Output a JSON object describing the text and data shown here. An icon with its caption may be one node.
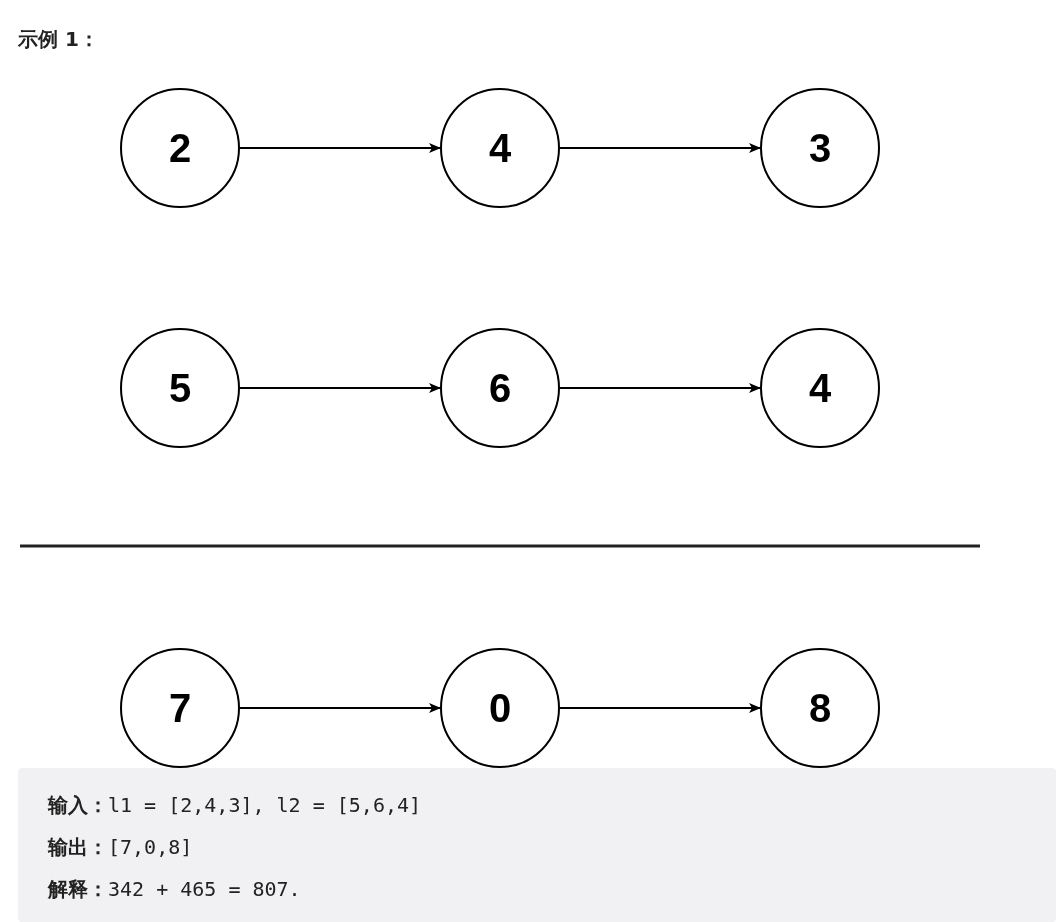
{
  "diagram": {
    "title": "示例 1：",
    "nodes": [
      {
        "text": [
          "2"
        ]
      },
      {
        "text": [
          "4"
        ]
      },
      {
        "text": [
          "3"
        ]
      },
      {
        "text": [
          "5"
        ]
      },
      {
        "text": [
          "6"
        ]
      },
      {
        "text": [
          "4"
        ]
      },
      {
        "text": [
          "7"
        ]
      },
      {
        "text": [
          "0"
        ]
      },
      {
        "text": [
          "8"
        ]
      }
    ],
    "edges": [
      {
        "from": 0,
        "to": 1,
        "arrow": "to"
      },
      {
        "from": 1,
        "to": 2,
        "arrow": "to"
      },
      {
        "from": 3,
        "to": 4,
        "arrow": "to"
      },
      {
        "from": 4,
        "to": 5,
        "arrow": "to"
      },
      {
        "from": 6,
        "to": 7,
        "arrow": "to"
      },
      {
        "from": 7,
        "to": 8,
        "arrow": "to"
      }
    ],
    "labels": [
      "**输入：**l1 = [2,4,3], l2 = [5,6,4]",
      "**输出：**[7,0,8]",
      "**解释：**342 + 465 = 807."
    ]
  }
}
